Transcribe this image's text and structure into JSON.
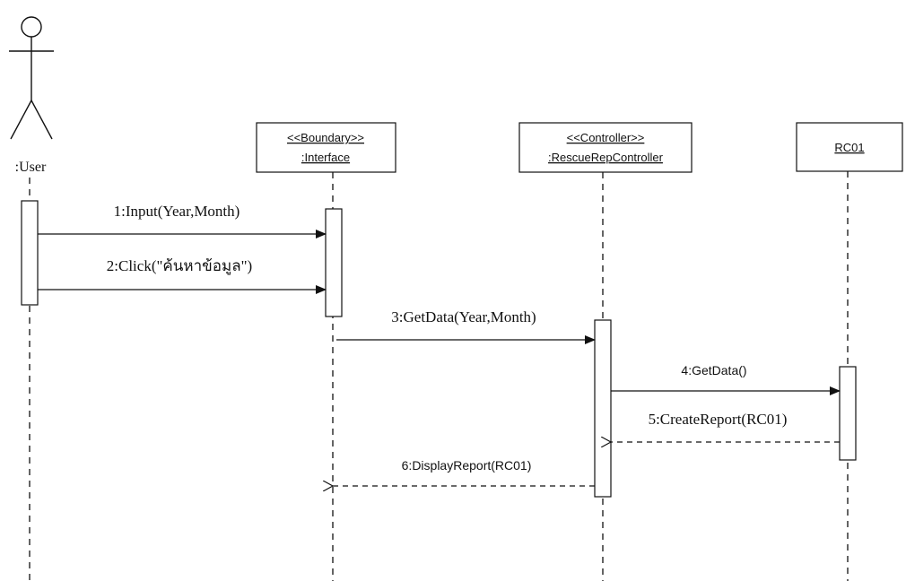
{
  "actor": {
    "label": ":User"
  },
  "objects": [
    {
      "stereotype": "<<Boundary>>",
      "name": ":Interface"
    },
    {
      "stereotype": "<<Controller>>",
      "name": ":RescueRepController"
    },
    {
      "stereotype": "",
      "name": "RC01"
    }
  ],
  "messages": [
    {
      "label": "1:Input(Year,Month)",
      "kind": "call"
    },
    {
      "label": "2:Click(\"ค้นหาข้อมูล\")",
      "kind": "call"
    },
    {
      "label": "3:GetData(Year,Month)",
      "kind": "call"
    },
    {
      "label": "4:GetData()",
      "kind": "call"
    },
    {
      "label": "5:CreateReport(RC01)",
      "kind": "return"
    },
    {
      "label": "6:DisplayReport(RC01)",
      "kind": "return"
    }
  ]
}
